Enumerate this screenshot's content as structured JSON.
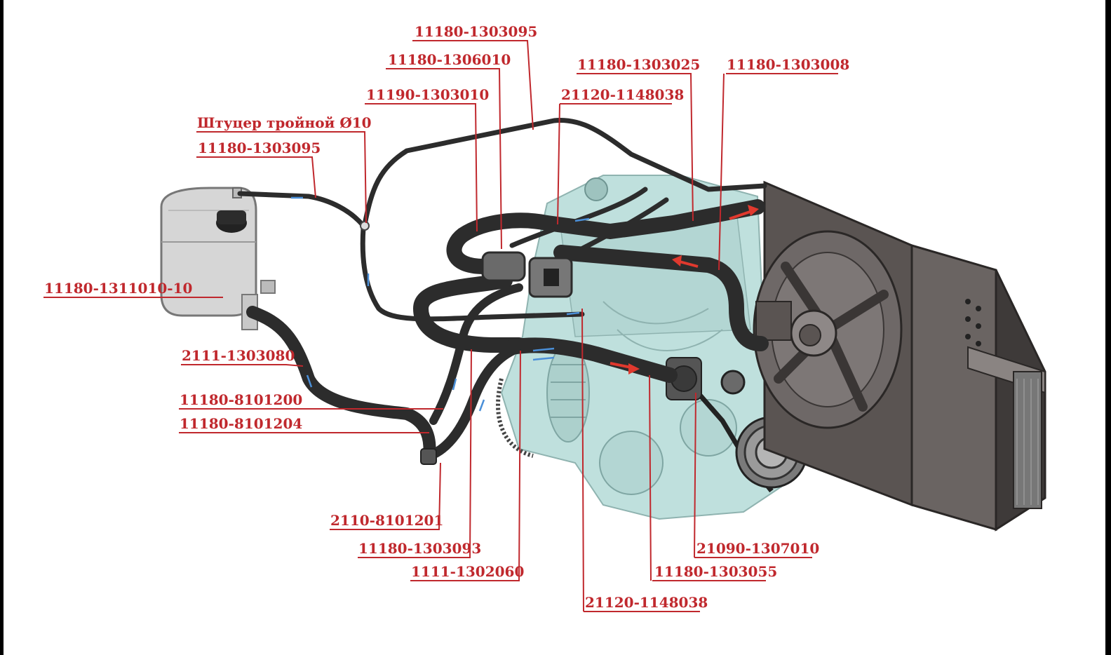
{
  "colors": {
    "label": "#c0282d",
    "engine_block": "#bfe0dd",
    "hose": "#2c2c2c",
    "radiator": "#4e4948",
    "tank": "#d9d9d9",
    "flow_hot": "#e0392e",
    "flow_cold": "#4a8fd8"
  },
  "labels": {
    "hose_top_1": "11180-1303095",
    "hose_1306010": "11180-1306010",
    "hose_1303010": "11190-1303010",
    "tee_fitting": "Штуцер тройной Ø10",
    "hose_top_2": "11180-1303095",
    "hose_1303025": "11180-1303025",
    "hose_1148038_top": "21120-1148038",
    "hose_1303008": "11180-1303008",
    "expansion_tank": "11180-1311010-10",
    "hose_1303080": "2111-1303080",
    "hose_8101200": "11180-8101200",
    "hose_8101204": "11180-8101204",
    "hose_8101201": "2110-8101201",
    "hose_1303093": "11180-1303093",
    "hose_1302060": "1111-1302060",
    "hose_1148038_bottom": "21120-1148038",
    "hose_1303055": "11180-1303055",
    "pump_1307010": "21090-1307010"
  }
}
